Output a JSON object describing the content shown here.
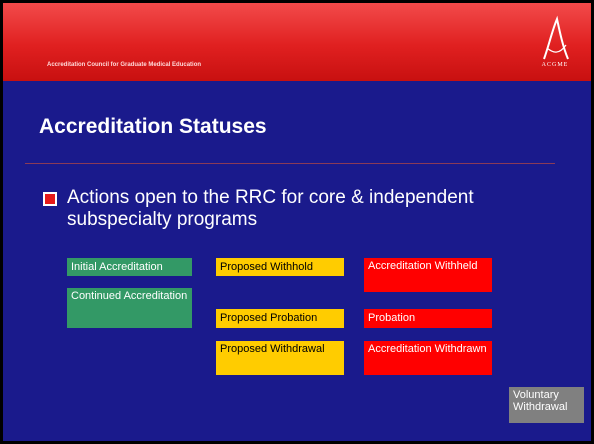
{
  "header": {
    "organization": "Accreditation Council for Graduate Medical Education",
    "logo_text": "ACGME",
    "colors": {
      "header_red": "#e02020",
      "slide_background": "#1a1a8c"
    }
  },
  "title": "Accreditation Statuses",
  "bullet": {
    "text": "Actions open to the RRC for core & independent subspecialty programs"
  },
  "statuses": {
    "initial_accreditation": "Initial Accreditation",
    "continued_accreditation": "Continued Accreditation",
    "proposed_withhold": "Proposed Withhold",
    "proposed_probation": "Proposed Probation",
    "proposed_withdrawal": "Proposed Withdrawal",
    "accreditation_withheld": "Accreditation Withheld",
    "probation": "Probation",
    "accreditation_withdrawn": "Accreditation Withdrawn",
    "voluntary_withdrawal": "Voluntary Withdrawal"
  },
  "status_colors": {
    "green": "#339966",
    "yellow": "#ffcc00",
    "red": "#ff0000",
    "grey": "#808080"
  }
}
